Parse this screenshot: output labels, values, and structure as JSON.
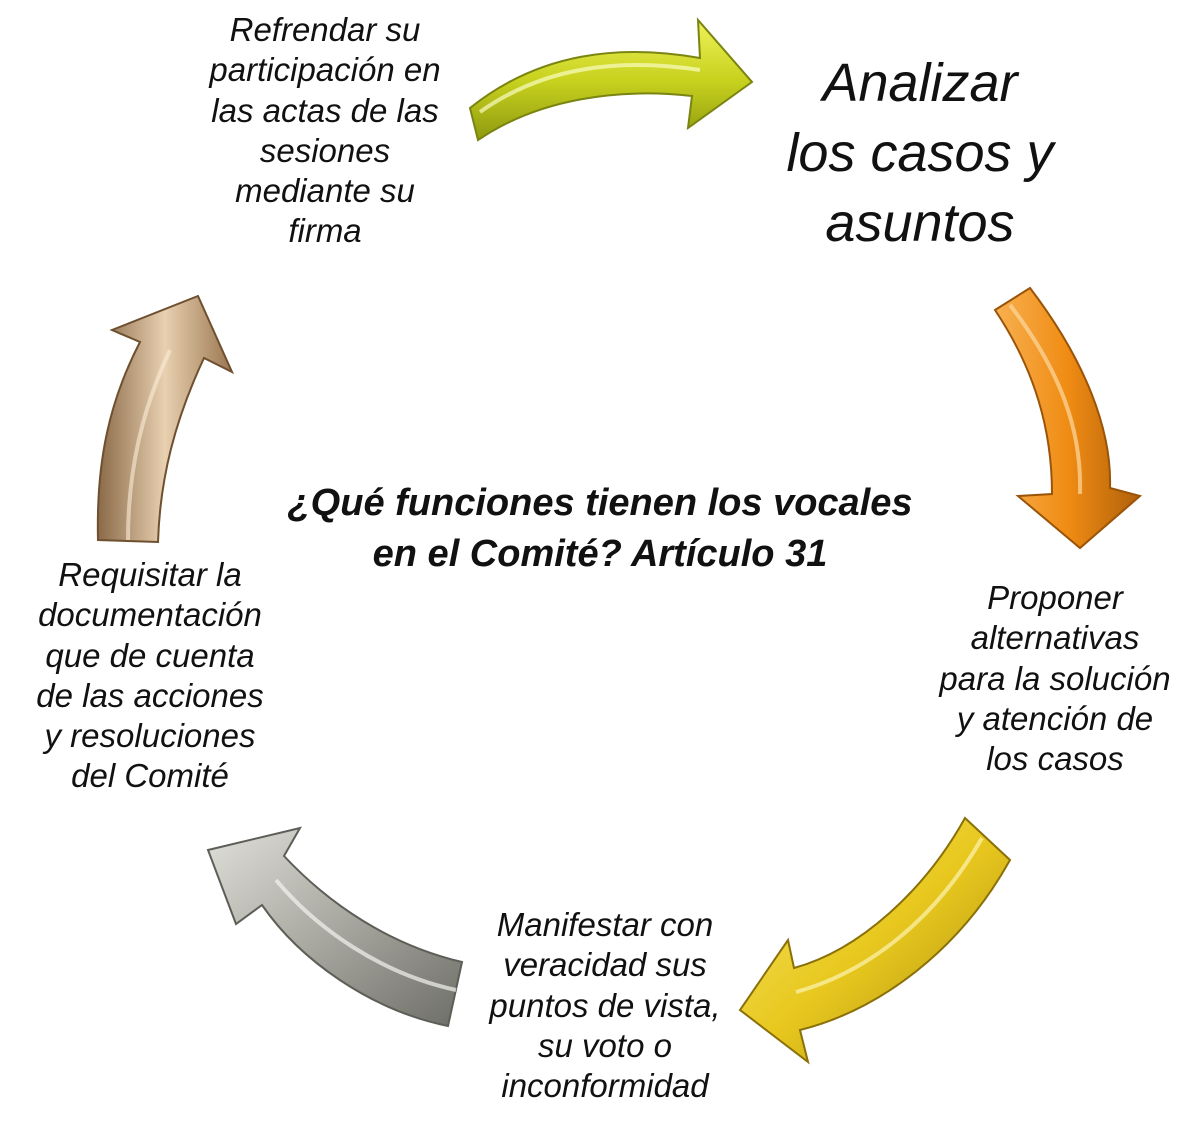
{
  "title": "¿Qué funciones tienen los vocales\nen el Comité? Artículo 31",
  "nodes": [
    {
      "text": "Analizar\nlos casos y\nasuntos"
    },
    {
      "text": "Proponer\nalternativas\npara la solución\ny atención de\nlos casos"
    },
    {
      "text": "Manifestar con\nveracidad sus\npuntos de vista,\nsu voto o\ninconformidad"
    },
    {
      "text": "Requisitar la\ndocumentación\nque de cuenta\nde las acciones\ny resoluciones\ndel Comité"
    },
    {
      "text": "Refrendar su\nparticipación en\nlas actas de las\nsesiones\nmediante su\nfirma"
    }
  ],
  "arrows": [
    {
      "from": "Refrendar",
      "to": "Analizar",
      "color": "#c8d21e"
    },
    {
      "from": "Analizar",
      "to": "Proponer",
      "color": "#f08c14"
    },
    {
      "from": "Proponer",
      "to": "Manifestar",
      "color": "#e8c81e"
    },
    {
      "from": "Manifestar",
      "to": "Requisitar",
      "color": "#a8a8a0"
    },
    {
      "from": "Requisitar",
      "to": "Refrendar",
      "color": "#b8926a"
    }
  ]
}
